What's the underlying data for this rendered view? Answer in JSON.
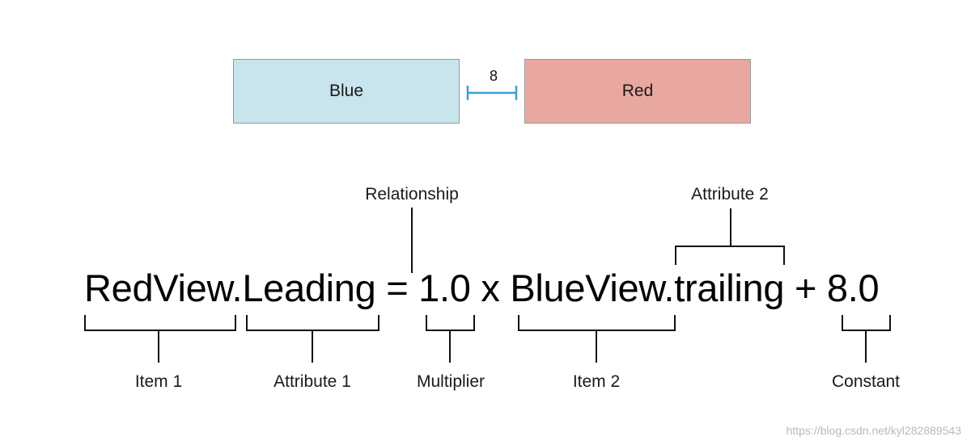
{
  "views": {
    "blue_label": "Blue",
    "red_label": "Red",
    "spacing_value": "8",
    "blue_color": "#c8e4ec",
    "red_color": "#e8a8a0",
    "spacer_color": "#3aa0d8"
  },
  "equation": {
    "item1": "RedView.",
    "attribute1": "Leading",
    "equals": " = ",
    "multiplier": "1.0",
    "times": " x ",
    "item2": "BlueView.",
    "attribute2": "trailing",
    "plus": " + ",
    "constant": "8.0"
  },
  "annotations": {
    "relationship": "Relationship",
    "attribute2": "Attribute 2",
    "item1": "Item 1",
    "attribute1": "Attribute 1",
    "multiplier": "Multiplier",
    "item2": "Item 2",
    "constant": "Constant"
  },
  "watermark": "https://blog.csdn.net/kyl282889543"
}
